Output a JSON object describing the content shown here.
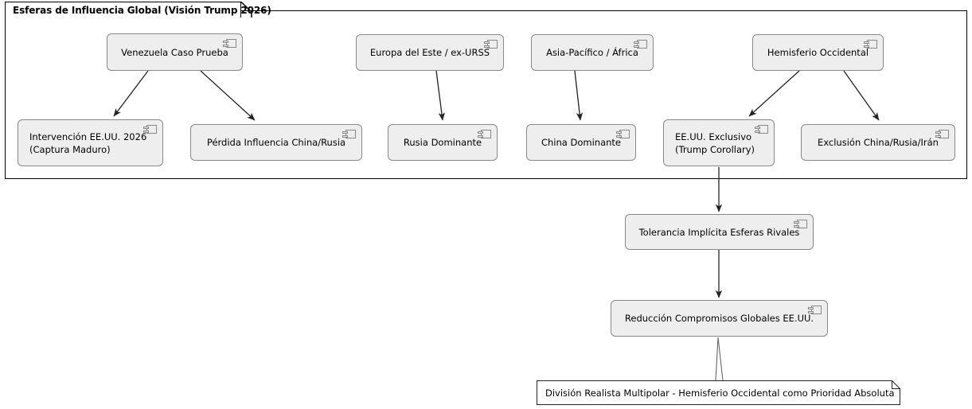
{
  "diagram": {
    "type": "uml-component-diagram",
    "background_color": "#FFFFFF",
    "node_fill": "#EEEEEE",
    "node_stroke": "#888888",
    "edge_color": "#222222",
    "package_stroke": "#000000"
  },
  "package": {
    "title": "Esferas de Influencia Global (Visión Trump 2026)"
  },
  "components": [
    {
      "id": "venezuela",
      "label": "Venezuela Caso Prueba",
      "icon": "uml-component-icon"
    },
    {
      "id": "europa_este",
      "label": "Europa del Este / ex-URSS",
      "icon": "uml-component-icon"
    },
    {
      "id": "asia_africa",
      "label": "Asia-Pacífico / África",
      "icon": "uml-component-icon"
    },
    {
      "id": "hemisferio",
      "label": "Hemisferio Occidental",
      "icon": "uml-component-icon"
    },
    {
      "id": "intervencion",
      "label": "Intervención EE.UU. 2026\n(Captura Maduro)",
      "icon": "uml-component-icon"
    },
    {
      "id": "perdida",
      "label": "Pérdida Influencia China/Rusia",
      "icon": "uml-component-icon"
    },
    {
      "id": "rusia",
      "label": "Rusia Dominante",
      "icon": "uml-component-icon"
    },
    {
      "id": "china",
      "label": "China Dominante",
      "icon": "uml-component-icon"
    },
    {
      "id": "eeuu_excl",
      "label": "EE.UU. Exclusivo\n(Trump Corollary)",
      "icon": "uml-component-icon"
    },
    {
      "id": "exclusion",
      "label": "Exclusión China/Rusia/Irán",
      "icon": "uml-component-icon"
    },
    {
      "id": "tolerancia",
      "label": "Tolerancia Implícita Esferas Rivales",
      "icon": "uml-component-icon"
    },
    {
      "id": "reduccion",
      "label": "Reducción Compromisos Globales EE.UU.",
      "icon": "uml-component-icon"
    }
  ],
  "note": {
    "label": "División Realista Multipolar - Hemisferio Occidental como Prioridad Absoluta"
  },
  "edges": [
    {
      "from": "venezuela",
      "to": "intervencion",
      "arrow": "filled"
    },
    {
      "from": "venezuela",
      "to": "perdida",
      "arrow": "filled"
    },
    {
      "from": "europa_este",
      "to": "rusia",
      "arrow": "filled"
    },
    {
      "from": "asia_africa",
      "to": "china",
      "arrow": "filled"
    },
    {
      "from": "hemisferio",
      "to": "eeuu_excl",
      "arrow": "filled"
    },
    {
      "from": "hemisferio",
      "to": "exclusion",
      "arrow": "filled"
    },
    {
      "from": "eeuu_excl",
      "to": "tolerancia",
      "arrow": "filled"
    },
    {
      "from": "tolerancia",
      "to": "reduccion",
      "arrow": "filled"
    },
    {
      "from": "reduccion",
      "to": "note",
      "arrow": "none"
    }
  ]
}
